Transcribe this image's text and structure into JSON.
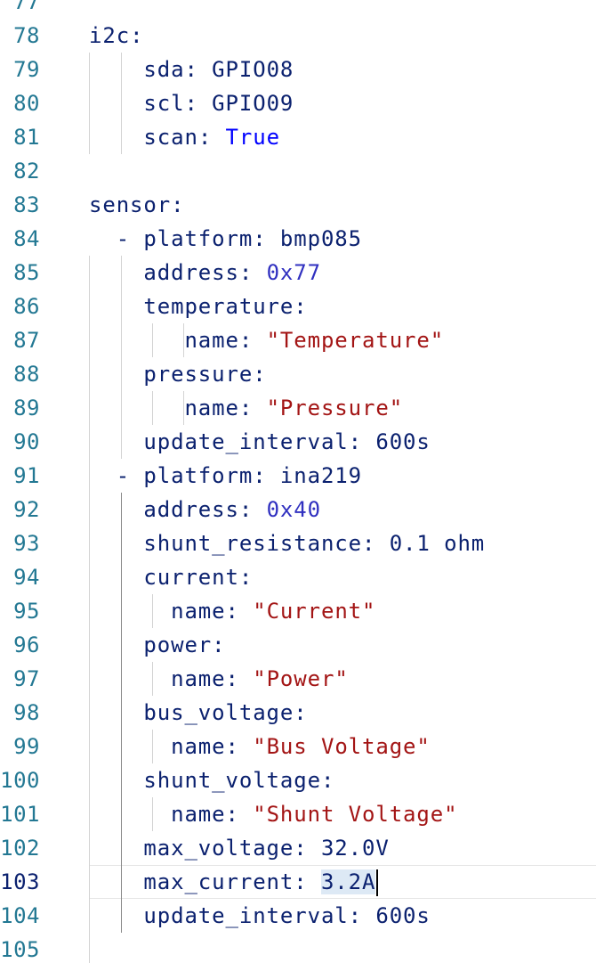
{
  "editor": {
    "lines": [
      {
        "no": "77",
        "tokens": []
      },
      {
        "no": "78",
        "tokens": [
          {
            "t": "i2c",
            "c": "key"
          },
          {
            "t": ":",
            "c": "plain"
          }
        ]
      },
      {
        "no": "79",
        "tokens": [
          {
            "t": "    "
          },
          {
            "t": "sda",
            "c": "key"
          },
          {
            "t": ": ",
            "c": "plain"
          },
          {
            "t": "GPIO08",
            "c": "plain"
          }
        ]
      },
      {
        "no": "80",
        "tokens": [
          {
            "t": "    "
          },
          {
            "t": "scl",
            "c": "key"
          },
          {
            "t": ": ",
            "c": "plain"
          },
          {
            "t": "GPIO09",
            "c": "plain"
          }
        ]
      },
      {
        "no": "81",
        "tokens": [
          {
            "t": "    "
          },
          {
            "t": "scan",
            "c": "key"
          },
          {
            "t": ": ",
            "c": "plain"
          },
          {
            "t": "True",
            "c": "bool"
          }
        ]
      },
      {
        "no": "82",
        "tokens": []
      },
      {
        "no": "83",
        "tokens": [
          {
            "t": "sensor",
            "c": "key"
          },
          {
            "t": ":",
            "c": "plain"
          }
        ]
      },
      {
        "no": "84",
        "tokens": [
          {
            "t": "  "
          },
          {
            "t": "- ",
            "c": "dash"
          },
          {
            "t": "platform",
            "c": "key"
          },
          {
            "t": ": ",
            "c": "plain"
          },
          {
            "t": "bmp085",
            "c": "plain"
          }
        ]
      },
      {
        "no": "85",
        "tokens": [
          {
            "t": "    "
          },
          {
            "t": "address",
            "c": "key"
          },
          {
            "t": ": ",
            "c": "plain"
          },
          {
            "t": "0x77",
            "c": "hex"
          }
        ]
      },
      {
        "no": "86",
        "tokens": [
          {
            "t": "    "
          },
          {
            "t": "temperature",
            "c": "key"
          },
          {
            "t": ":",
            "c": "plain"
          }
        ]
      },
      {
        "no": "87",
        "tokens": [
          {
            "t": "       "
          },
          {
            "t": "name",
            "c": "key"
          },
          {
            "t": ": ",
            "c": "plain"
          },
          {
            "t": "\"Temperature\"",
            "c": "str"
          }
        ]
      },
      {
        "no": "88",
        "tokens": [
          {
            "t": "    "
          },
          {
            "t": "pressure",
            "c": "key"
          },
          {
            "t": ":",
            "c": "plain"
          }
        ]
      },
      {
        "no": "89",
        "tokens": [
          {
            "t": "       "
          },
          {
            "t": "name",
            "c": "key"
          },
          {
            "t": ": ",
            "c": "plain"
          },
          {
            "t": "\"Pressure\"",
            "c": "str"
          }
        ]
      },
      {
        "no": "90",
        "tokens": [
          {
            "t": "    "
          },
          {
            "t": "update_interval",
            "c": "key"
          },
          {
            "t": ": ",
            "c": "plain"
          },
          {
            "t": "600s",
            "c": "plain"
          }
        ]
      },
      {
        "no": "91",
        "tokens": [
          {
            "t": "  "
          },
          {
            "t": "- ",
            "c": "dash"
          },
          {
            "t": "platform",
            "c": "key"
          },
          {
            "t": ": ",
            "c": "plain"
          },
          {
            "t": "ina219",
            "c": "plain"
          }
        ]
      },
      {
        "no": "92",
        "tokens": [
          {
            "t": "    "
          },
          {
            "t": "address",
            "c": "key"
          },
          {
            "t": ": ",
            "c": "plain"
          },
          {
            "t": "0x40",
            "c": "hex"
          }
        ]
      },
      {
        "no": "93",
        "tokens": [
          {
            "t": "    "
          },
          {
            "t": "shunt_resistance",
            "c": "key"
          },
          {
            "t": ": ",
            "c": "plain"
          },
          {
            "t": "0.1 ohm",
            "c": "plain"
          }
        ]
      },
      {
        "no": "94",
        "tokens": [
          {
            "t": "    "
          },
          {
            "t": "current",
            "c": "key"
          },
          {
            "t": ":",
            "c": "plain"
          }
        ]
      },
      {
        "no": "95",
        "tokens": [
          {
            "t": "      "
          },
          {
            "t": "name",
            "c": "key"
          },
          {
            "t": ": ",
            "c": "plain"
          },
          {
            "t": "\"Current\"",
            "c": "str"
          }
        ]
      },
      {
        "no": "96",
        "tokens": [
          {
            "t": "    "
          },
          {
            "t": "power",
            "c": "key"
          },
          {
            "t": ":",
            "c": "plain"
          }
        ]
      },
      {
        "no": "97",
        "tokens": [
          {
            "t": "      "
          },
          {
            "t": "name",
            "c": "key"
          },
          {
            "t": ": ",
            "c": "plain"
          },
          {
            "t": "\"Power\"",
            "c": "str"
          }
        ]
      },
      {
        "no": "98",
        "tokens": [
          {
            "t": "    "
          },
          {
            "t": "bus_voltage",
            "c": "key"
          },
          {
            "t": ":",
            "c": "plain"
          }
        ]
      },
      {
        "no": "99",
        "tokens": [
          {
            "t": "      "
          },
          {
            "t": "name",
            "c": "key"
          },
          {
            "t": ": ",
            "c": "plain"
          },
          {
            "t": "\"Bus Voltage\"",
            "c": "str"
          }
        ]
      },
      {
        "no": "100",
        "tokens": [
          {
            "t": "    "
          },
          {
            "t": "shunt_voltage",
            "c": "key"
          },
          {
            "t": ":",
            "c": "plain"
          }
        ]
      },
      {
        "no": "101",
        "tokens": [
          {
            "t": "      "
          },
          {
            "t": "name",
            "c": "key"
          },
          {
            "t": ": ",
            "c": "plain"
          },
          {
            "t": "\"Shunt Voltage\"",
            "c": "str"
          }
        ]
      },
      {
        "no": "102",
        "tokens": [
          {
            "t": "    "
          },
          {
            "t": "max_voltage",
            "c": "key"
          },
          {
            "t": ": ",
            "c": "plain"
          },
          {
            "t": "32.0V",
            "c": "plain"
          }
        ]
      },
      {
        "no": "103",
        "active": true,
        "tokens": [
          {
            "t": "    "
          },
          {
            "t": "max_current",
            "c": "key"
          },
          {
            "t": ": ",
            "c": "plain"
          },
          {
            "t": "3.2A",
            "c": "plain",
            "sel": true
          }
        ]
      },
      {
        "no": "104",
        "tokens": [
          {
            "t": "    "
          },
          {
            "t": "update_interval",
            "c": "key"
          },
          {
            "t": ": ",
            "c": "plain"
          },
          {
            "t": "600s",
            "c": "plain"
          }
        ]
      },
      {
        "no": "105",
        "tokens": []
      }
    ]
  }
}
